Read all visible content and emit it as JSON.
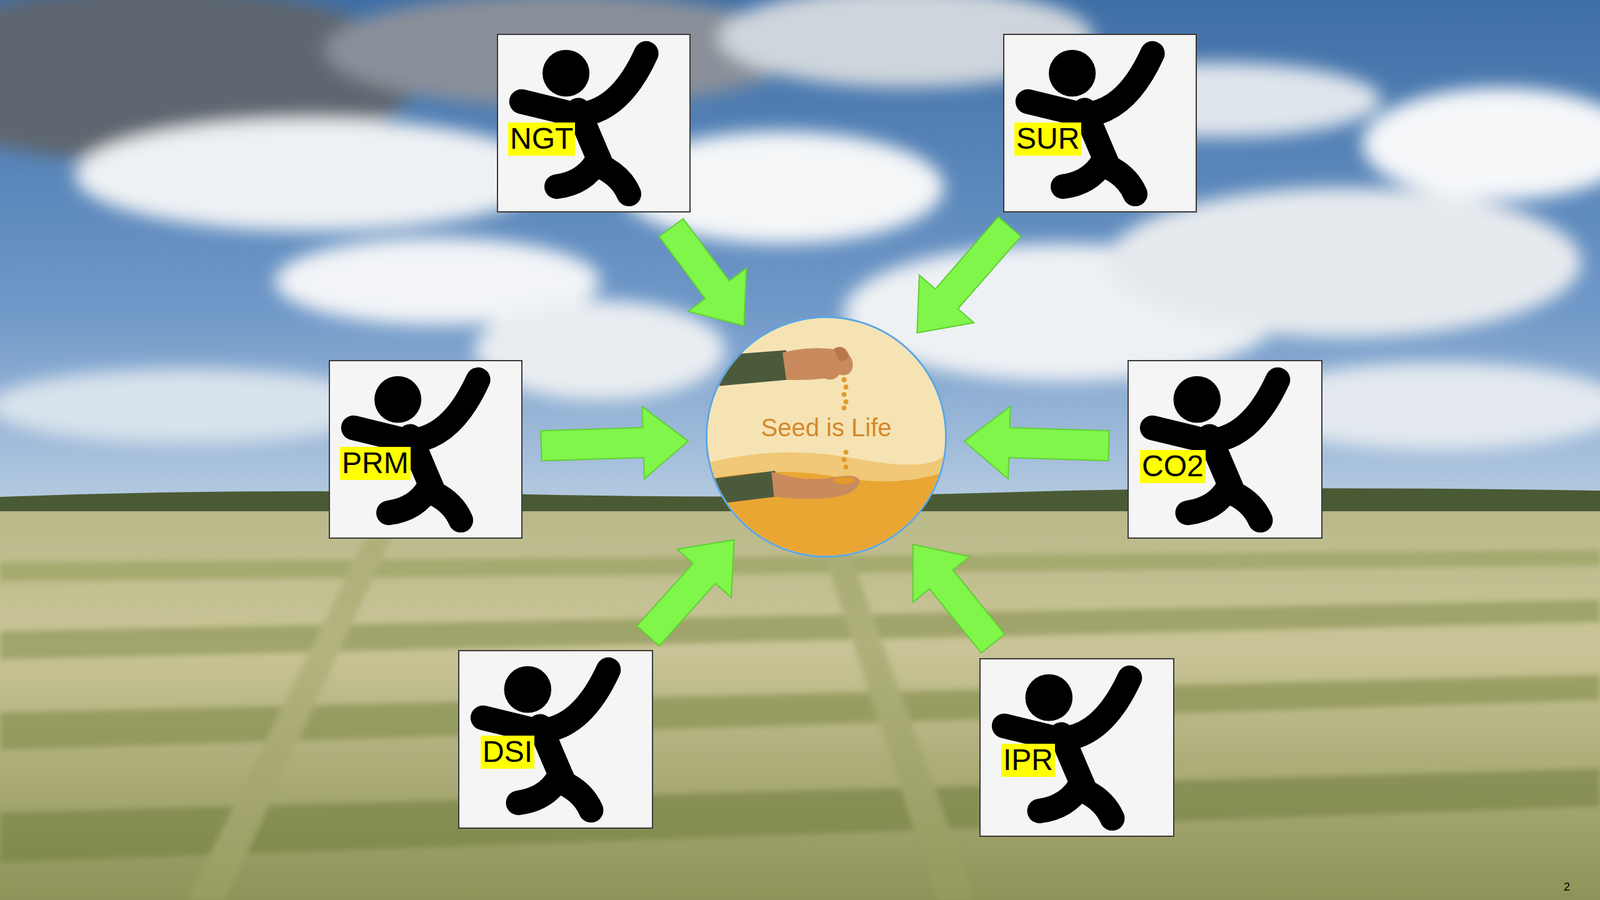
{
  "diagram": {
    "nodes": [
      {
        "text": [
          "NGT"
        ]
      },
      {
        "text": [
          "SUR"
        ]
      },
      {
        "text": [
          "PRM"
        ]
      },
      {
        "text": [
          "Seed is Life"
        ]
      },
      {
        "text": [
          "CO2"
        ]
      },
      {
        "text": [
          "DSI"
        ]
      },
      {
        "text": [
          "IPR"
        ]
      }
    ],
    "edges": [
      {
        "from": 0,
        "to": 3,
        "arrow": "to"
      },
      {
        "from": 1,
        "to": 3,
        "arrow": "to"
      },
      {
        "from": 2,
        "to": 3,
        "arrow": "to"
      },
      {
        "from": 4,
        "to": 3,
        "arrow": "to"
      },
      {
        "from": 5,
        "to": 3,
        "arrow": "to"
      },
      {
        "from": 6,
        "to": 3,
        "arrow": "to"
      }
    ],
    "labels": [
      "2"
    ]
  }
}
